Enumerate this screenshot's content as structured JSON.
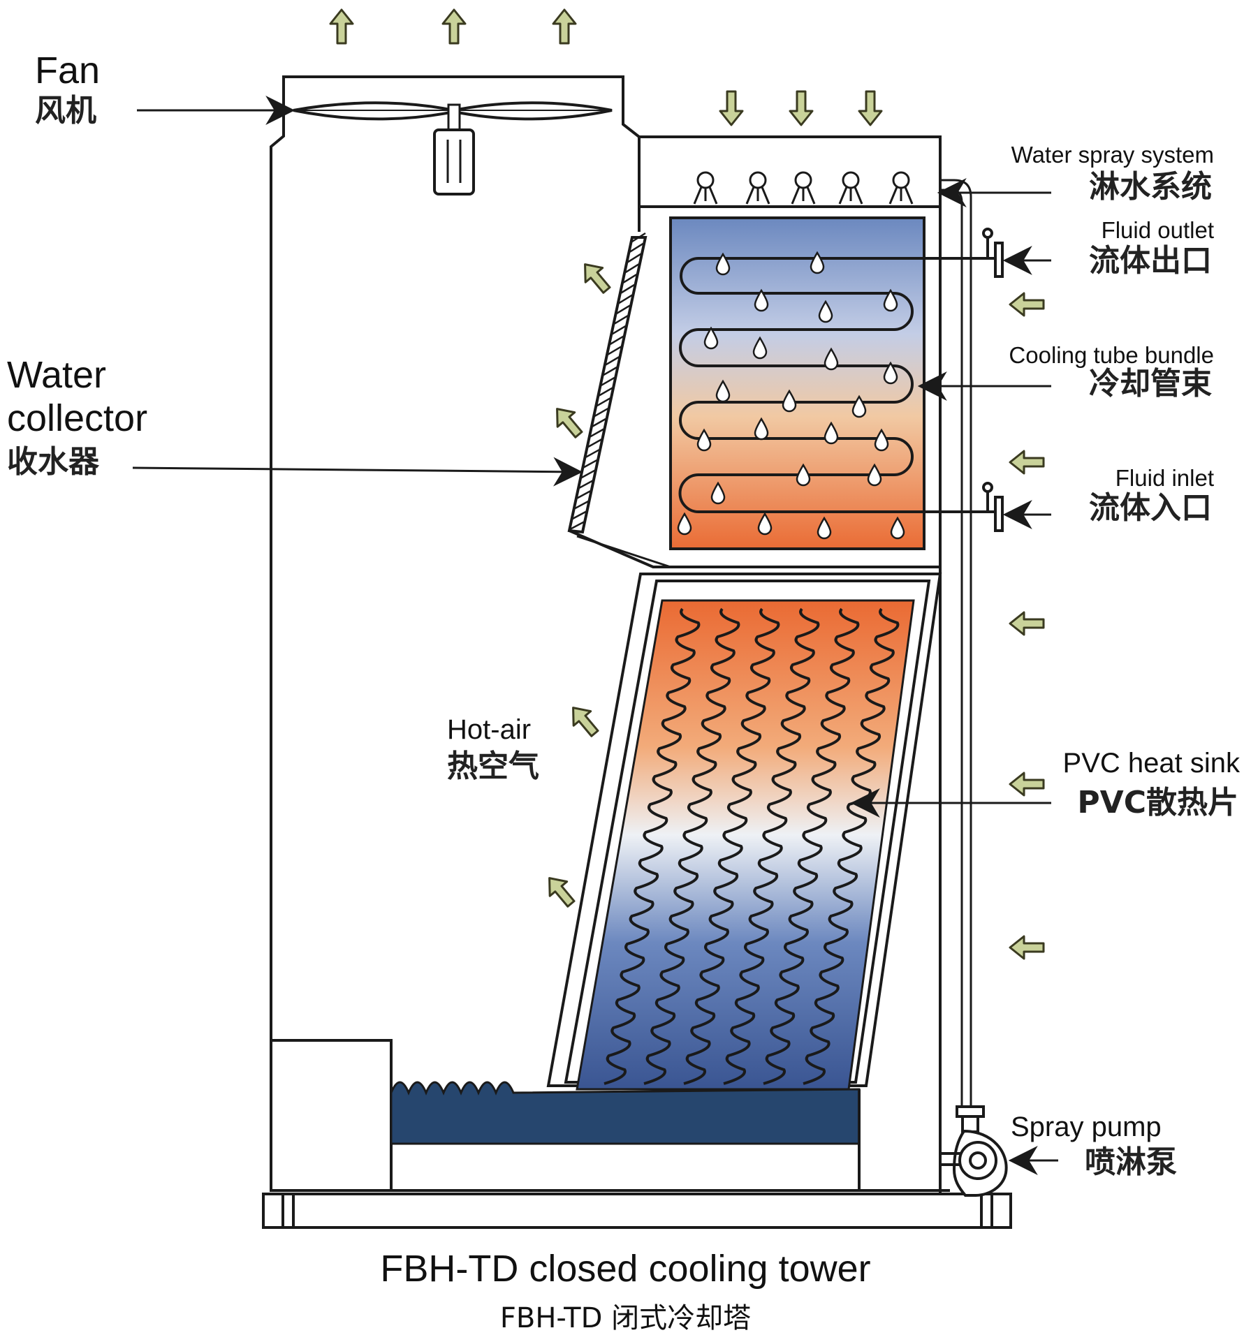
{
  "labels": {
    "fan_en": "Fan",
    "fan_cn": "风机",
    "water_collector_en_1": "Water",
    "water_collector_en_2": "collector",
    "water_collector_cn": "收水器",
    "spray_system_en": "Water spray system",
    "spray_system_cn": "淋水系统",
    "fluid_outlet_en": "Fluid outlet",
    "fluid_outlet_cn": "流体出口",
    "tube_bundle_en": "Cooling tube bundle",
    "tube_bundle_cn": "冷却管束",
    "fluid_inlet_en": "Fluid inlet",
    "fluid_inlet_cn": "流体入口",
    "hot_air_en": "Hot-air",
    "hot_air_cn": "热空气",
    "pvc_en": "PVC heat sink",
    "pvc_cn": "PVC散热片",
    "pump_en": "Spray pump",
    "pump_cn": "喷淋泵"
  },
  "caption": {
    "title_en": "FBH-TD closed cooling tower",
    "title_cn": "FBH-TD 闭式冷却塔"
  },
  "colors": {
    "outline": "#1a1a1a",
    "arrow_fill": "#c9d29a",
    "arrow_stroke": "#3a3a20",
    "basin": "#26466e",
    "hot": "#e96a33",
    "cool": "#3f5f9a"
  }
}
